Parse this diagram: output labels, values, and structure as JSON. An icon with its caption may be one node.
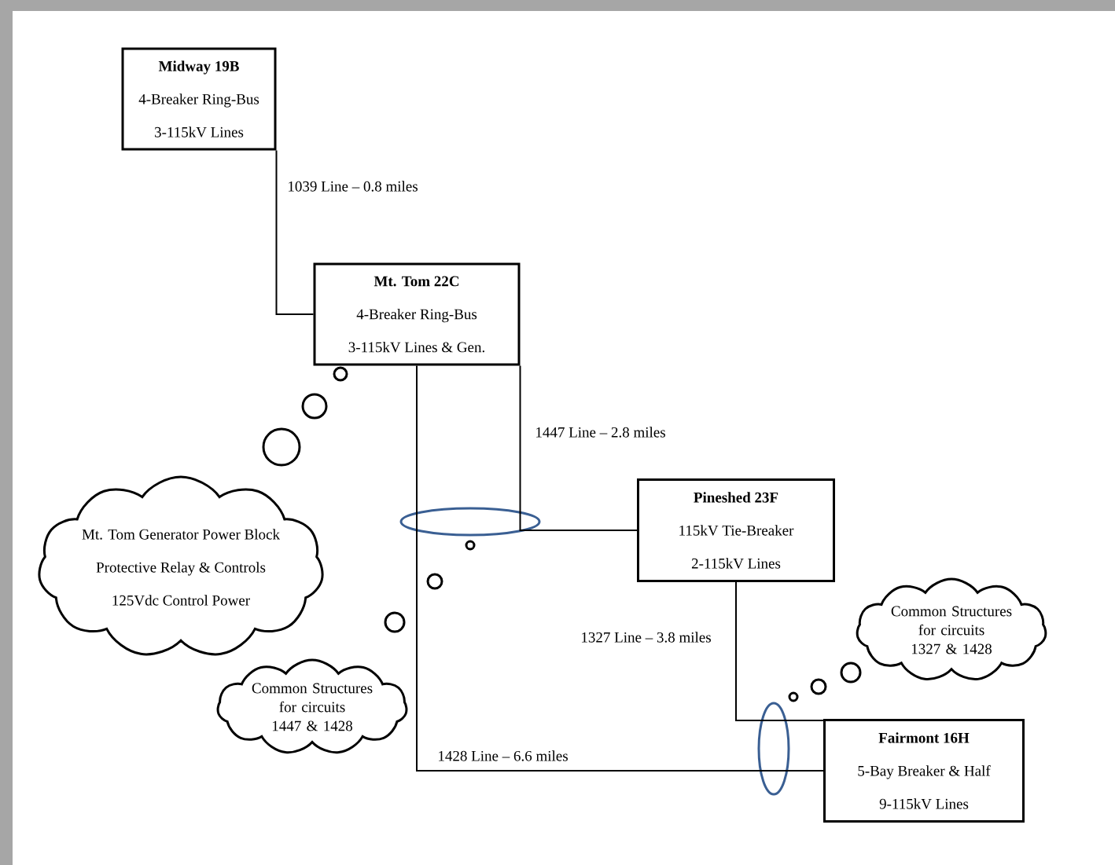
{
  "diagram": {
    "nodes": [
      {
        "text": [
          "Midway 19B",
          "4-Breaker Ring-Bus",
          "3-115kV Lines"
        ]
      },
      {
        "text": [
          "Mt. Tom 22C",
          "4-Breaker Ring-Bus",
          "3-115kV Lines & Gen."
        ]
      },
      {
        "text": [
          "Pineshed 23F",
          "115kV Tie-Breaker",
          "2-115kV Lines"
        ]
      },
      {
        "text": [
          "Fairmont 16H",
          "5-Bay Breaker & Half",
          "9-115kV Lines"
        ]
      },
      {
        "text": [
          "Mt. Tom Generator Power Block",
          "Protective Relay & Controls",
          "125Vdc Control Power"
        ]
      },
      {
        "text": [
          "Common Structures for circuits 1447 & 1428"
        ]
      },
      {
        "text": [
          "Common Structures for circuits 1327 & 1428"
        ]
      }
    ],
    "edges": [
      {
        "from": 0,
        "to": 1,
        "arrow": "none",
        "label": "1039 Line – 0.8 miles"
      },
      {
        "from": 1,
        "to": 2,
        "arrow": "none",
        "label": "1447 Line – 2.8 miles"
      },
      {
        "from": 2,
        "to": 3,
        "arrow": "none",
        "label": "1327 Line – 3.8 miles"
      },
      {
        "from": 1,
        "to": 3,
        "arrow": "none",
        "label": "1428 Line – 6.6 miles"
      }
    ]
  }
}
